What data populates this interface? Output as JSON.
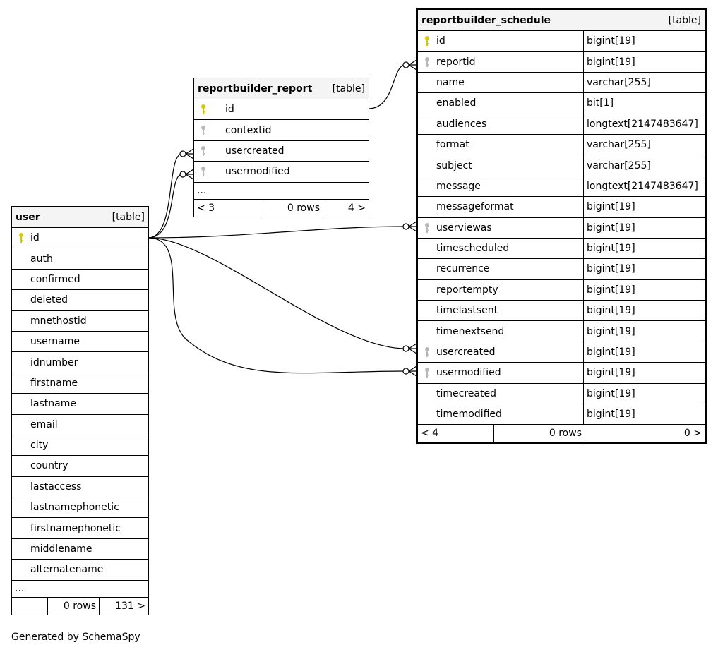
{
  "tables": {
    "user": {
      "name": "user",
      "kind": "[table]",
      "columns": [
        {
          "name": "id",
          "key": "primary"
        },
        {
          "name": "auth"
        },
        {
          "name": "confirmed"
        },
        {
          "name": "deleted"
        },
        {
          "name": "mnethostid"
        },
        {
          "name": "username"
        },
        {
          "name": "idnumber"
        },
        {
          "name": "firstname"
        },
        {
          "name": "lastname"
        },
        {
          "name": "email"
        },
        {
          "name": "city"
        },
        {
          "name": "country"
        },
        {
          "name": "lastaccess"
        },
        {
          "name": "lastnamephonetic"
        },
        {
          "name": "firstnamephonetic"
        },
        {
          "name": "middlename"
        },
        {
          "name": "alternatename"
        }
      ],
      "ellipsis": "...",
      "footer": {
        "left": "",
        "middle": "0 rows",
        "right": "131 >"
      }
    },
    "report": {
      "name": "reportbuilder_report",
      "kind": "[table]",
      "columns": [
        {
          "name": "id",
          "key": "primary"
        },
        {
          "name": "contextid",
          "key": "foreign"
        },
        {
          "name": "usercreated",
          "key": "foreign"
        },
        {
          "name": "usermodified",
          "key": "foreign"
        }
      ],
      "ellipsis": "...",
      "footer": {
        "left": "< 3",
        "middle": "0 rows",
        "right": "4 >"
      }
    },
    "schedule": {
      "name": "reportbuilder_schedule",
      "kind": "[table]",
      "columns": [
        {
          "name": "id",
          "type": "bigint[19]",
          "key": "primary"
        },
        {
          "name": "reportid",
          "type": "bigint[19]",
          "key": "foreign"
        },
        {
          "name": "name",
          "type": "varchar[255]"
        },
        {
          "name": "enabled",
          "type": "bit[1]"
        },
        {
          "name": "audiences",
          "type": "longtext[2147483647]"
        },
        {
          "name": "format",
          "type": "varchar[255]"
        },
        {
          "name": "subject",
          "type": "varchar[255]"
        },
        {
          "name": "message",
          "type": "longtext[2147483647]"
        },
        {
          "name": "messageformat",
          "type": "bigint[19]"
        },
        {
          "name": "userviewas",
          "type": "bigint[19]",
          "key": "foreign"
        },
        {
          "name": "timescheduled",
          "type": "bigint[19]"
        },
        {
          "name": "recurrence",
          "type": "bigint[19]"
        },
        {
          "name": "reportempty",
          "type": "bigint[19]"
        },
        {
          "name": "timelastsent",
          "type": "bigint[19]"
        },
        {
          "name": "timenextsend",
          "type": "bigint[19]"
        },
        {
          "name": "usercreated",
          "type": "bigint[19]",
          "key": "foreign"
        },
        {
          "name": "usermodified",
          "type": "bigint[19]",
          "key": "foreign"
        },
        {
          "name": "timecreated",
          "type": "bigint[19]"
        },
        {
          "name": "timemodified",
          "type": "bigint[19]"
        }
      ],
      "footer": {
        "left": "< 4",
        "middle": "0 rows",
        "right": "0 >"
      }
    }
  },
  "colors": {
    "primary_key": "#d4c800",
    "foreign_key": "#b8b8b8",
    "header_bg": "#f4f4f4"
  },
  "caption": "Generated by SchemaSpy"
}
